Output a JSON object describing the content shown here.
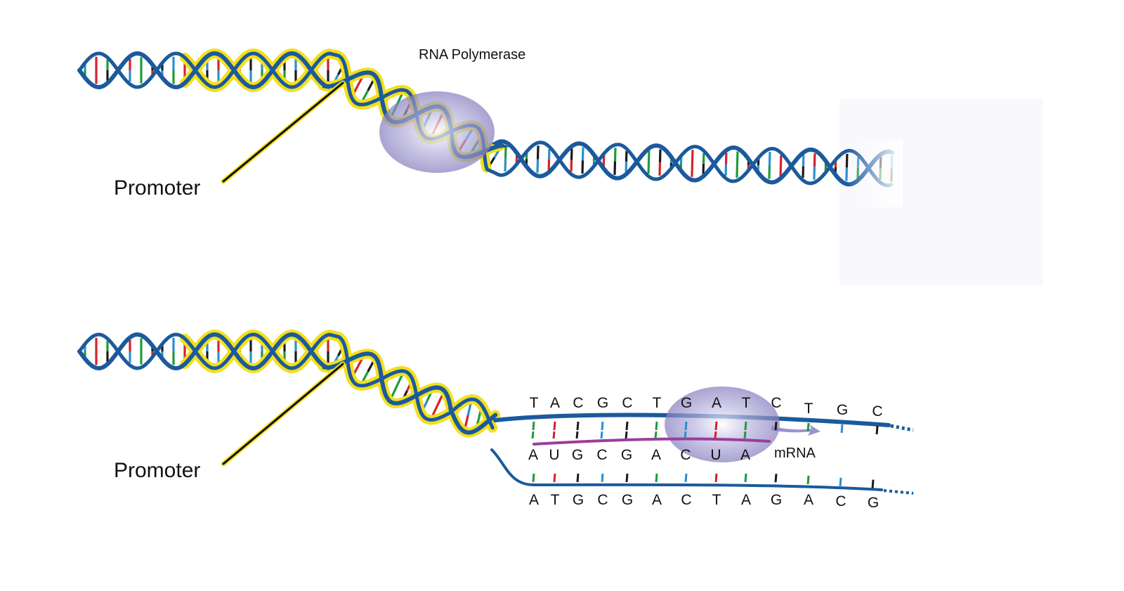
{
  "labels": {
    "rna_polymerase": "RNA Polymerase",
    "promoter_top": "Promoter",
    "promoter_bottom": "Promoter",
    "mrna": "mRNA"
  },
  "sequences": {
    "coding_strand_top": [
      "T",
      "A",
      "C",
      "G",
      "C",
      "T",
      "G",
      "A",
      "T",
      "C",
      "T",
      "G",
      "C"
    ],
    "mrna": [
      "A",
      "U",
      "G",
      "C",
      "G",
      "A",
      "C",
      "U",
      "A"
    ],
    "template_strand_bottom": [
      "A",
      "T",
      "G",
      "C",
      "G",
      "A",
      "C",
      "T",
      "A",
      "G",
      "A",
      "C",
      "G"
    ]
  },
  "colors": {
    "backbone": "#1b5a9c",
    "promoter_highlight": "#f3df1c",
    "polymerase": "#8f88c6",
    "mrna_strand": "#9b3d9c",
    "base_red": "#d2232a",
    "base_green": "#1f9a3a",
    "base_blue": "#2a8fd0",
    "base_black": "#1a1a1a"
  }
}
